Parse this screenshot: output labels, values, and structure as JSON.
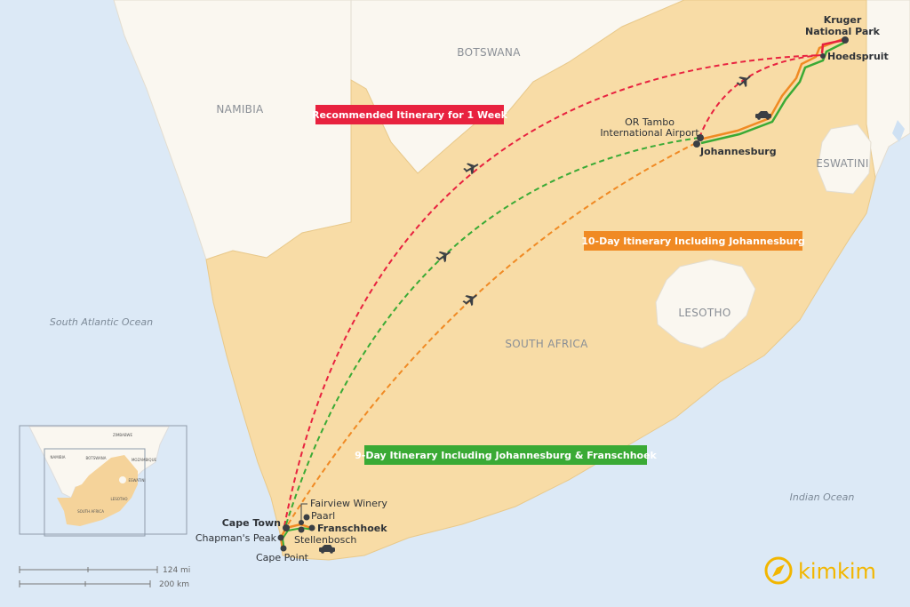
{
  "countries": {
    "namibia": "NAMIBIA",
    "botswana": "BOTSWANA",
    "eswatini": "ESWATINI",
    "lesotho": "LESOTHO",
    "south_africa": "SOUTH AFRICA"
  },
  "oceans": {
    "atlantic": "South Atlantic Ocean",
    "indian": "Indian Ocean"
  },
  "places": {
    "kruger_1": "Kruger",
    "kruger_2": "National Park",
    "hoedspruit": "Hoedspruit",
    "or_tambo_1": "OR Tambo",
    "or_tambo_2": "International Airport",
    "johannesburg": "Johannesburg",
    "fairview": "Fairview Winery",
    "paarl": "Paarl",
    "cape_town": "Cape Town",
    "franschhoek": "Franschhoek",
    "chapmans_peak": "Chapman's Peak",
    "stellenbosch": "Stellenbosch",
    "cape_point": "Cape Point"
  },
  "itineraries": [
    {
      "label": "Recommended Itinerary for 1 Week",
      "color": "#e8223f"
    },
    {
      "label": "10-Day Itinerary Including Johannesburg",
      "color": "#f08a24"
    },
    {
      "label": "9-Day Itinerary Including Johannesburg & Franschhoek",
      "color": "#3aaa35"
    }
  ],
  "inset": {
    "zimbabwe": "ZIMBABWE",
    "namibia": "NAMIBIA",
    "botswana": "BOTSWANA",
    "mozambique": "MOZAMBIQUE",
    "eswatini": "ESWATINI",
    "lesotho": "LESOTHO",
    "south_africa": "SOUTH AFRICA"
  },
  "scale": {
    "miles": "124 mi",
    "km": "200 km"
  },
  "logo": {
    "text": "kimkim",
    "color": "#f2b600"
  }
}
